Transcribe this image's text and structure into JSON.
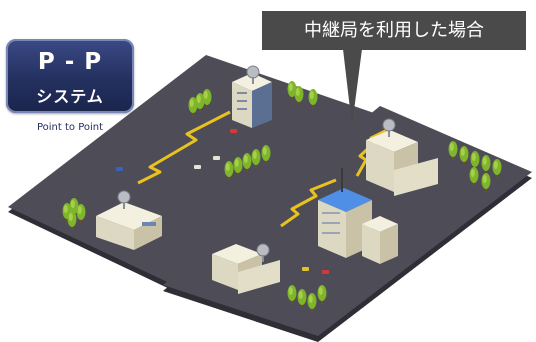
{
  "badge": {
    "line1": "P - P",
    "line2": "システム",
    "caption": "Point to Point"
  },
  "callout": {
    "label": "中継局を利用した場合"
  },
  "colors": {
    "ground": "#4e4d57",
    "ground_edge": "#2f2e36",
    "link": "#e8c21e",
    "tree": "#7fb52a",
    "building": "#ebe7d4",
    "relay_building": "#3f7ed6",
    "callout_bg": "#4a4a4a",
    "badge": "#23305f"
  }
}
